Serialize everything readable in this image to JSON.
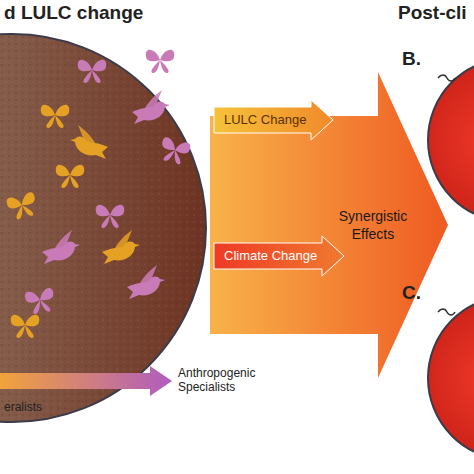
{
  "diagram": {
    "nodes": [
      {
        "text": [
          "Synergistic Effects"
        ]
      },
      {
        "text": [
          "LULC Change"
        ]
      },
      {
        "text": [
          "Climate Change"
        ]
      }
    ],
    "labels": [
      "d LULC change",
      "Post-cli",
      "B.",
      "C.",
      "eralists",
      "Anthropogenic Specialists"
    ]
  }
}
